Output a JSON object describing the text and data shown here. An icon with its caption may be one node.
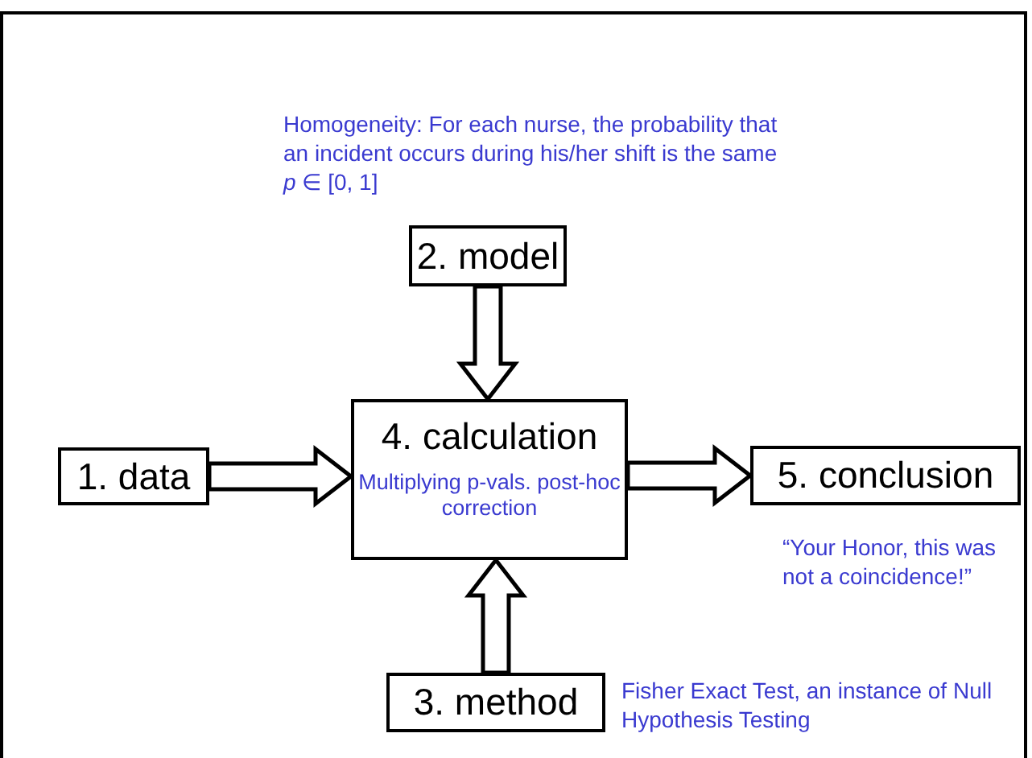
{
  "diagram": {
    "nodes": [
      {
        "text": [
          "2. model"
        ],
        "beside": [
          "Homogeneity: For each nurse, the probability that an incident occurs during his/her shift is the same *p* ∈ [0, 1]"
        ]
      },
      {
        "text": [
          "1. data"
        ]
      },
      {
        "text": [
          "4. calculation",
          "Multiplying p-vals. post-hoc correction"
        ]
      },
      {
        "text": [
          "5. conclusion"
        ],
        "beside": [
          "“Your Honor, this was not a coincidence!”"
        ]
      },
      {
        "text": [
          "3. method"
        ],
        "beside": [
          "Fisher Exact Test, an instance of Null Hypothesis Testing"
        ]
      }
    ],
    "edges": [
      {
        "from": 1,
        "to": 2,
        "arrow": "to"
      },
      {
        "from": 0,
        "to": 2,
        "arrow": "to"
      },
      {
        "from": 2,
        "to": 3,
        "arrow": "to"
      },
      {
        "from": 4,
        "to": 2,
        "arrow": "to"
      }
    ]
  }
}
